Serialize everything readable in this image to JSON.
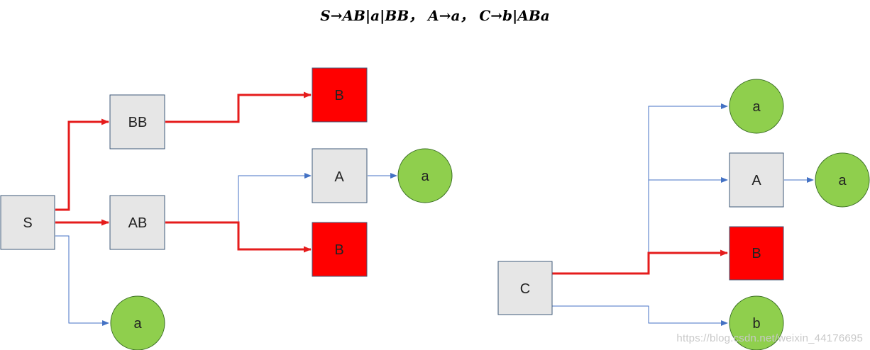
{
  "formula": "S→AB|a|BB， A→a， C→b|ABa",
  "watermark": "https://blog.csdn.net/weixin_44176695",
  "colors": {
    "box_fill": "#e6e6e6",
    "box_stroke": "#3f5a7a",
    "red_fill": "#ff0000",
    "green_fill": "#8fcf4d",
    "green_stroke": "#3b6f25",
    "blue_line": "#4472c4",
    "red_line": "#e51c1c"
  },
  "left_tree": {
    "root": {
      "label": "S",
      "shape": "box"
    },
    "BB": {
      "label": "BB",
      "shape": "box"
    },
    "AB": {
      "label": "AB",
      "shape": "box"
    },
    "a1": {
      "label": "a",
      "shape": "circle"
    },
    "B_top": {
      "label": "B",
      "shape": "red-box"
    },
    "A": {
      "label": "A",
      "shape": "box"
    },
    "a2": {
      "label": "a",
      "shape": "circle"
    },
    "B_mid": {
      "label": "B",
      "shape": "red-box"
    }
  },
  "right_tree": {
    "root": {
      "label": "C",
      "shape": "box"
    },
    "a_top": {
      "label": "a",
      "shape": "circle"
    },
    "A": {
      "label": "A",
      "shape": "box"
    },
    "a_right": {
      "label": "a",
      "shape": "circle"
    },
    "B": {
      "label": "B",
      "shape": "red-box"
    },
    "b": {
      "label": "b",
      "shape": "circle"
    }
  }
}
